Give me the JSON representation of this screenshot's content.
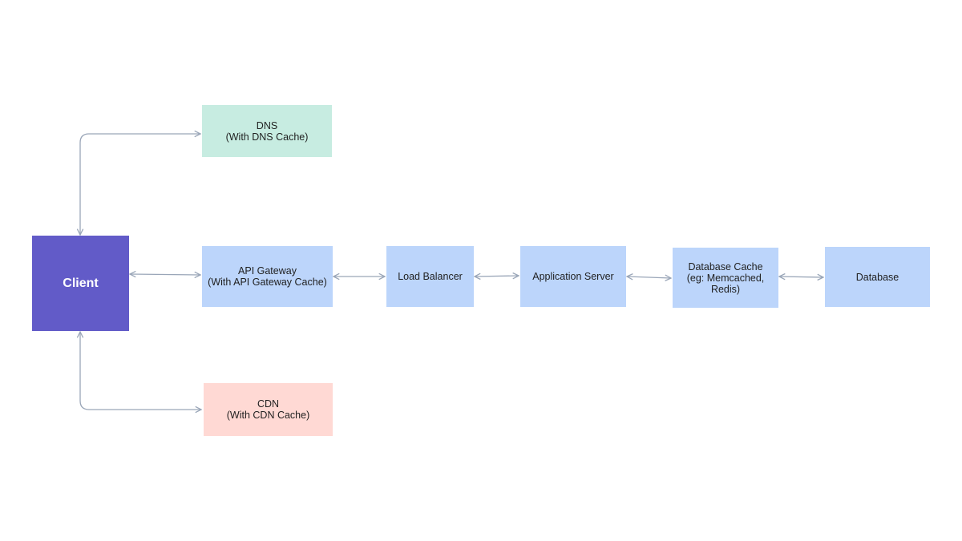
{
  "colors": {
    "client": "#625bc8",
    "dns": "#c7ece1",
    "cdn": "#ffd9d4",
    "service": "#bcd5fb",
    "connector": "#9aa6b8"
  },
  "nodes": {
    "client": {
      "lines": [
        "Client"
      ]
    },
    "dns": {
      "lines": [
        "DNS",
        "(With DNS Cache)"
      ]
    },
    "cdn": {
      "lines": [
        "CDN",
        "(With CDN Cache)"
      ]
    },
    "gateway": {
      "lines": [
        "API Gateway",
        "(With API Gateway Cache)"
      ]
    },
    "lb": {
      "lines": [
        "Load Balancer"
      ]
    },
    "app": {
      "lines": [
        "Application Server"
      ]
    },
    "dbcache": {
      "lines": [
        "Database Cache",
        "(eg: Memcached,",
        "Redis)"
      ]
    },
    "db": {
      "lines": [
        "Database"
      ]
    }
  },
  "connections": [
    {
      "from": "client",
      "to": "dns",
      "direction": "both"
    },
    {
      "from": "client",
      "to": "cdn",
      "direction": "both"
    },
    {
      "from": "client",
      "to": "gateway",
      "direction": "both"
    },
    {
      "from": "gateway",
      "to": "lb",
      "direction": "both"
    },
    {
      "from": "lb",
      "to": "app",
      "direction": "both"
    },
    {
      "from": "app",
      "to": "dbcache",
      "direction": "both"
    },
    {
      "from": "dbcache",
      "to": "db",
      "direction": "both"
    }
  ]
}
